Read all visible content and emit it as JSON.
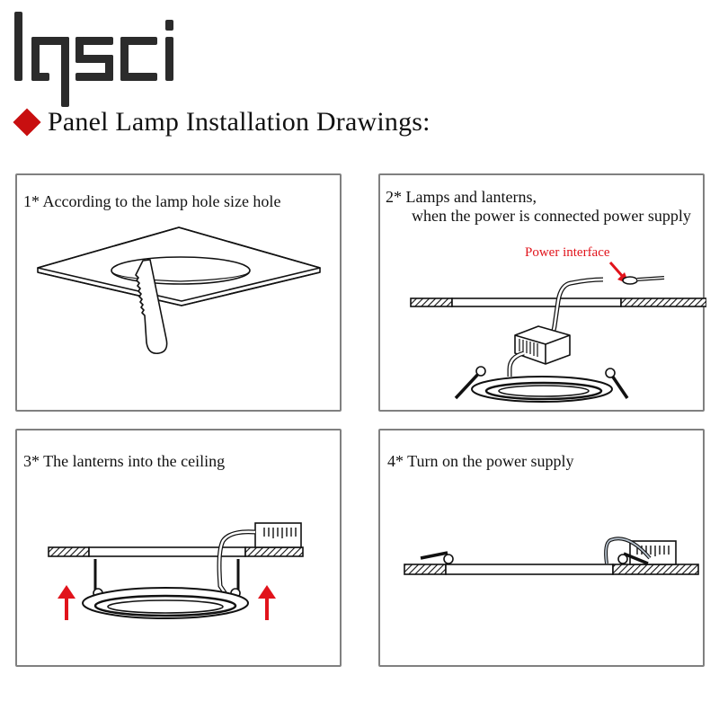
{
  "brand": {
    "logo_text": "lqsci",
    "logo_color": "#2b2b2b"
  },
  "heading": {
    "bullet_icon": "red-diamond",
    "bullet_color": "#c80f10",
    "title": "Panel Lamp Installation Drawings:"
  },
  "panels": [
    {
      "step": "1*",
      "title": "1* According to the lamp hole size hole",
      "illustration": "ceiling-panel-with-saw-cutting-round-hole"
    },
    {
      "step": "2*",
      "title_line1": "2* Lamps and lanterns,",
      "title_line2": "when the power is connected power supply",
      "callout": "Power interface",
      "callout_color": "#e1131b",
      "illustration": "lamp-with-driver-box-wire-through-ceiling-hole"
    },
    {
      "step": "3*",
      "title": "3* The lanterns into the ceiling",
      "arrow_color": "#e1131b",
      "illustration": "lamp-pushed-up-into-ceiling-with-up-arrows"
    },
    {
      "step": "4*",
      "title": "4* Turn on the power supply",
      "illustration": "lamp-flush-mounted-in-ceiling-with-driver"
    }
  ]
}
